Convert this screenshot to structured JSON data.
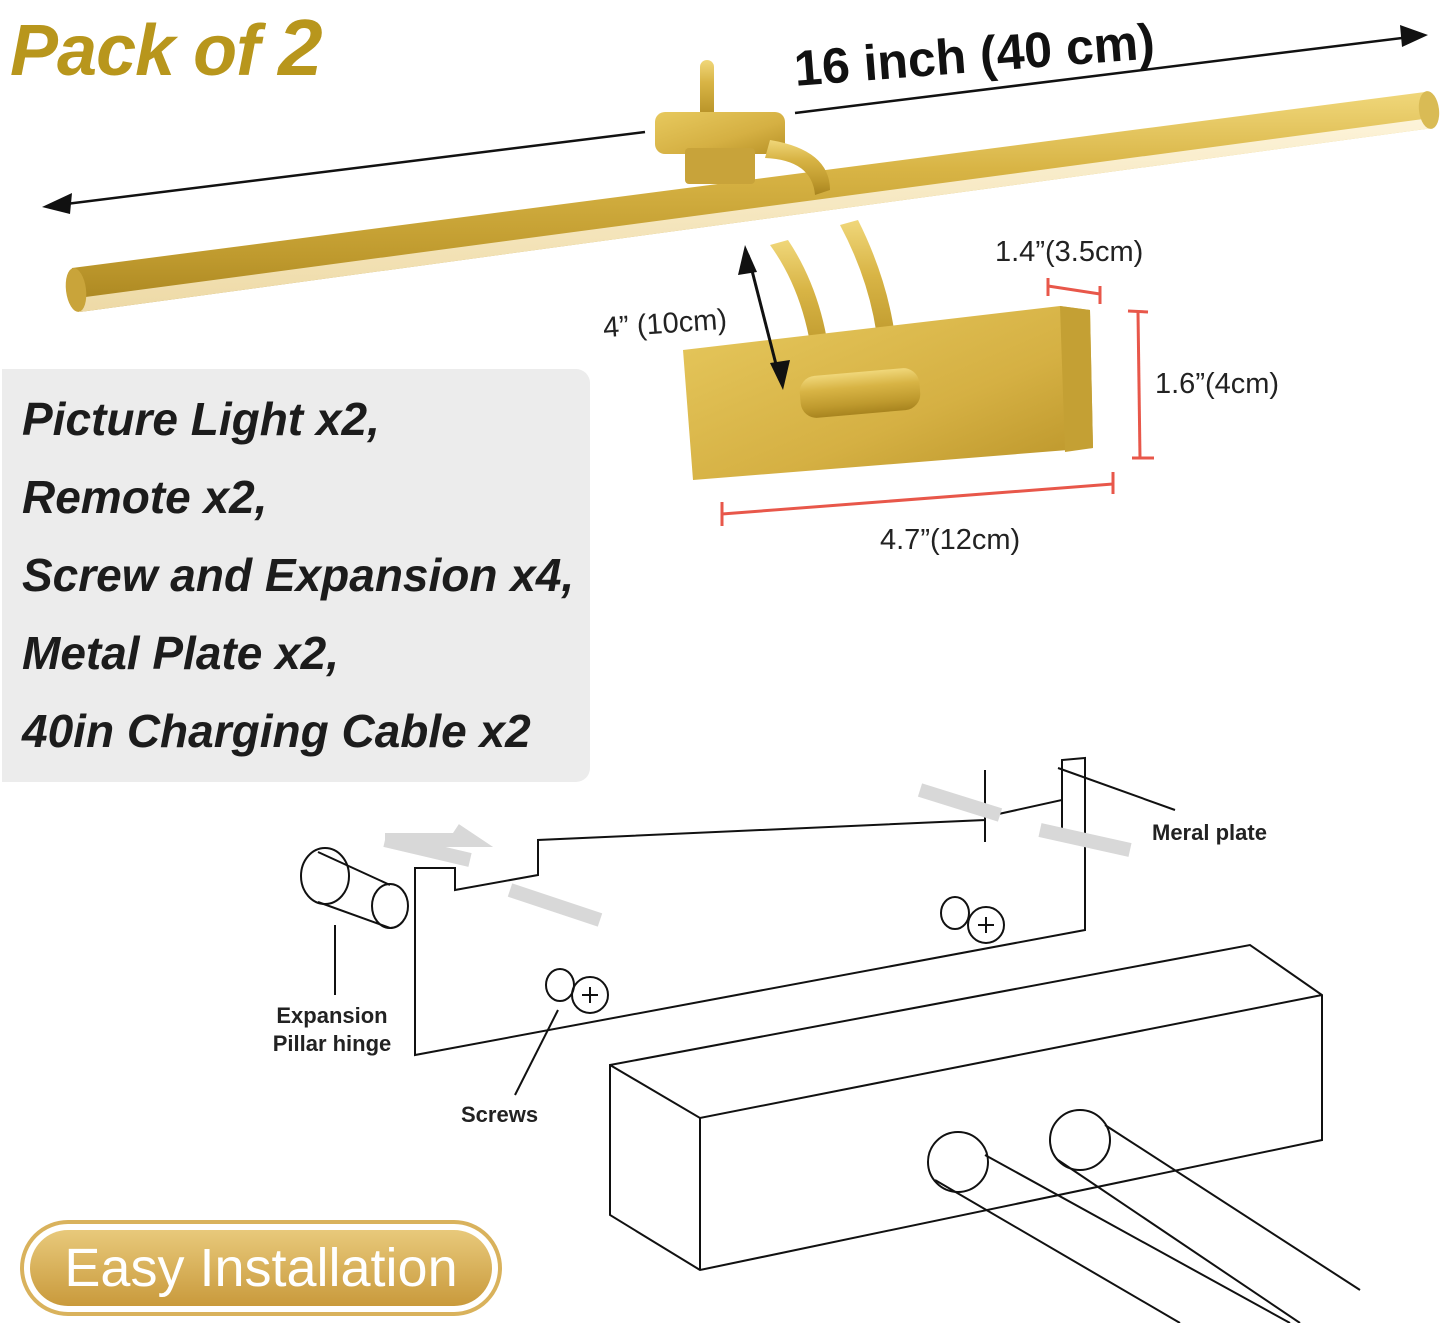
{
  "header": {
    "pack_prefix": "Pack of ",
    "pack_count": "2"
  },
  "dimensions": {
    "length": "16 inch (40 cm)",
    "arm": "4” (10cm)",
    "base_depth": "1.4”(3.5cm)",
    "base_height": "1.6”(4cm)",
    "base_width": "4.7”(12cm)"
  },
  "package_contents": [
    "Picture Light x2,",
    "Remote x2,",
    "Screw and Expansion x4,",
    "Metal Plate x2,",
    "40in Charging Cable x2"
  ],
  "diagram_labels": {
    "metal_plate": "Meral plate",
    "expansion_line1": "Expansion",
    "expansion_line2": "Pillar hinge",
    "screws": "Screws"
  },
  "badge": {
    "label": "Easy Installation"
  },
  "colors": {
    "gold": "#d6b045",
    "title_gold": "#b8961c",
    "measure_red": "#e8574a",
    "panel_gray": "#ececec"
  }
}
